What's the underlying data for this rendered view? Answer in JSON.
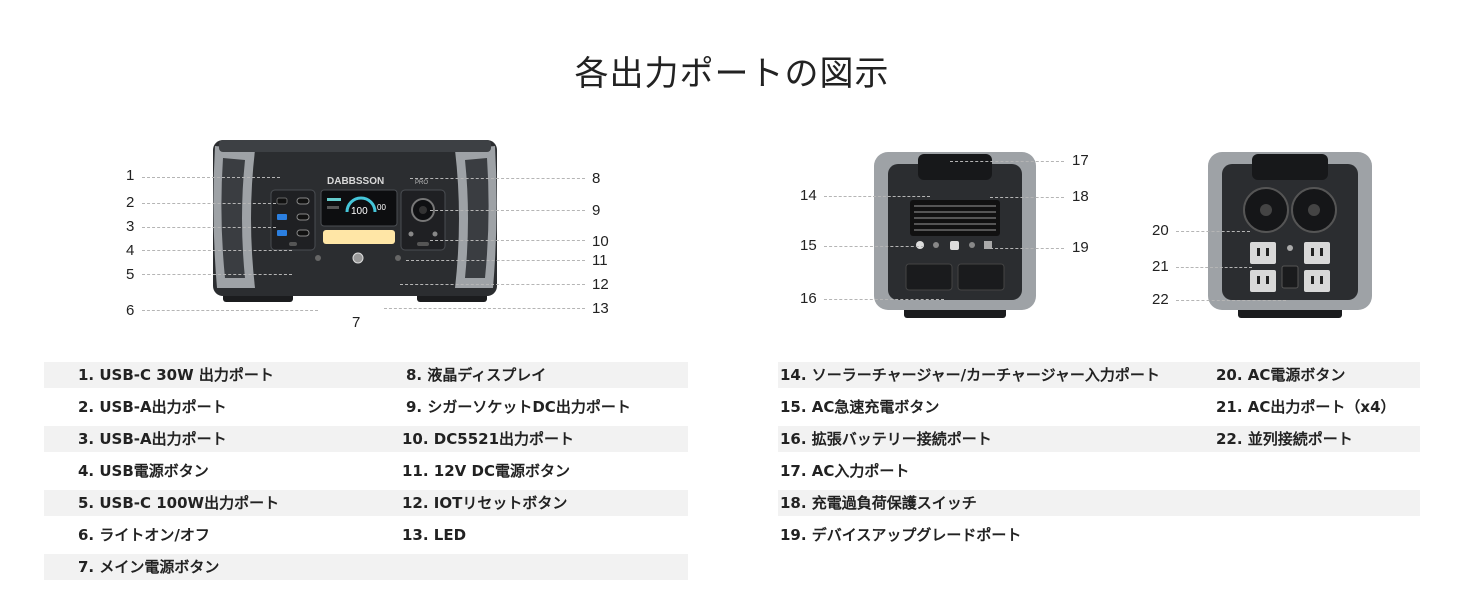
{
  "title": "各出力ポートの図示",
  "brand": "DABBSSON",
  "model_badge": "PRO",
  "display_value_left": "100",
  "display_value_right": "00",
  "colors": {
    "device_body": "#2b2d30",
    "device_frame": "#9ea2a6",
    "led": "#ffe6a6",
    "screen_accent": "#45c6d9",
    "row_shade": "#f2f2f2"
  },
  "callouts_front": [
    "1",
    "2",
    "3",
    "4",
    "5",
    "6",
    "7",
    "8",
    "9",
    "10",
    "11",
    "12",
    "13"
  ],
  "callouts_side": [
    "14",
    "15",
    "16",
    "17",
    "18",
    "19"
  ],
  "callouts_back": [
    "20",
    "21",
    "22"
  ],
  "legend_left": [
    {
      "label": "1.  USB-C 30W 出力ポート"
    },
    {
      "label": "2.  USB-A出力ポート"
    },
    {
      "label": "3.  USB-A出力ポート"
    },
    {
      "label": "4.  USB電源ボタン"
    },
    {
      "label": "5.  USB-C 100W出力ポート"
    },
    {
      "label": "6.  ライトオン/オフ"
    },
    {
      "label": "7.  メイン電源ボタン"
    }
  ],
  "legend_mid": [
    {
      "label": "8.   液晶ディスプレイ"
    },
    {
      "label": "9.   シガーソケットDC出力ポート"
    },
    {
      "label": "10.  DC5521出力ポート"
    },
    {
      "label": "11.  12V DC電源ボタン"
    },
    {
      "label": "12.  IOTリセットボタン"
    },
    {
      "label": "13.  LED"
    }
  ],
  "legend_right_a": [
    {
      "label": "14.  ソーラーチャージャー/カーチャージャー入力ポート"
    },
    {
      "label": "15.  AC急速充電ボタン"
    },
    {
      "label": "16.  拡張バッテリー接続ポート"
    },
    {
      "label": "17.  AC入力ポート"
    },
    {
      "label": "18.  充電過負荷保護スイッチ"
    },
    {
      "label": "19.  デバイスアップグレードポート"
    }
  ],
  "legend_right_b": [
    {
      "label": "20.  AC電源ボタン"
    },
    {
      "label": "21.  AC出力ポート（x4）"
    },
    {
      "label": "22.  並列接続ポート"
    }
  ]
}
